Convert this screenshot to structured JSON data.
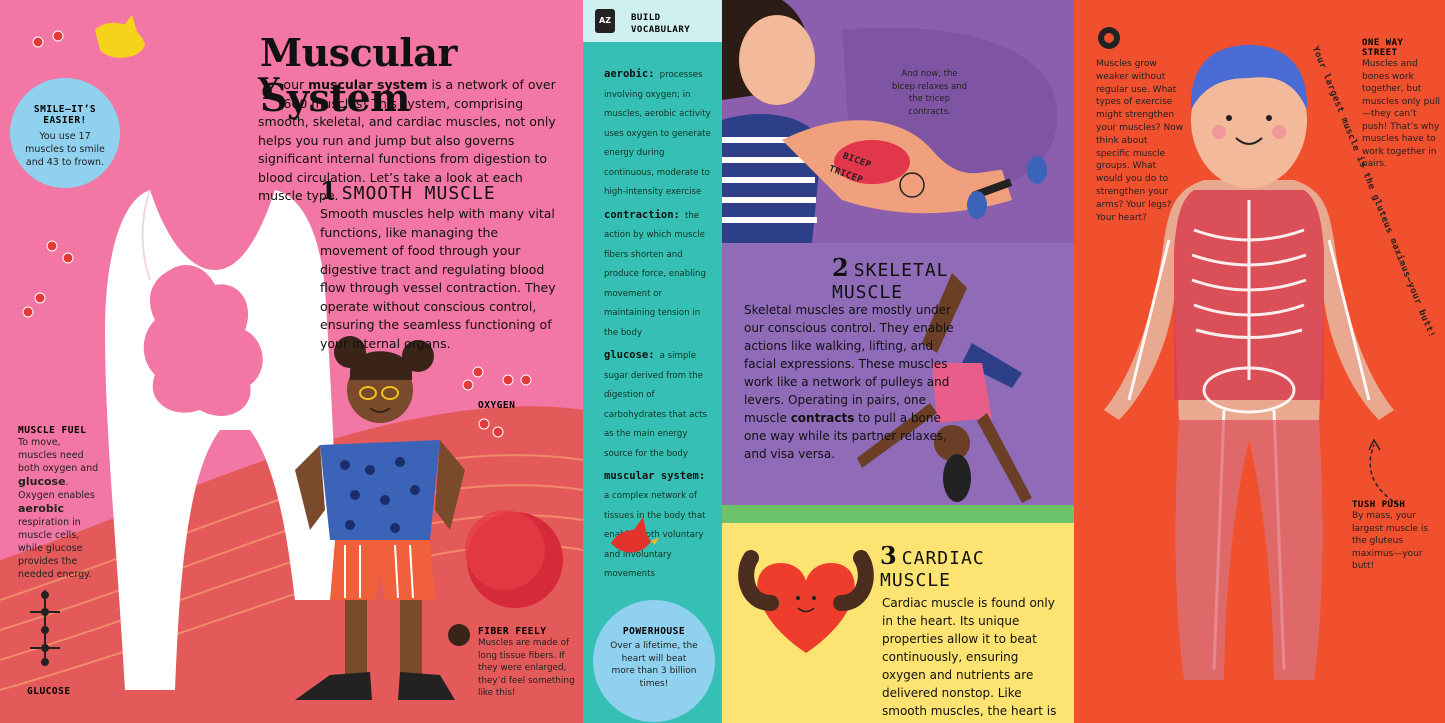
{
  "title": "Muscular System",
  "intro": {
    "dropcap": "Y",
    "text_pre": "our ",
    "bold": "muscular system",
    "text_post": " is a network of over 600 muscles! This system, comprising smooth, skeletal, and cardiac muscles, not only helps you run and jump but also governs significant internal functions from digestion to blood circulation. Let’s take a look at each muscle type."
  },
  "smooth": {
    "number": "1",
    "heading": "SMOOTH MUSCLE",
    "text": "Smooth muscles help with many vital functions, like managing the movement of food through your digestive tract and regulating blood flow through vessel contraction. They operate without conscious control, ensuring the seamless functioning of your internal organs."
  },
  "smile": {
    "heading": "SMILE—IT’S EASIER!",
    "text": "You use 17 muscles to smile and 43 to frown."
  },
  "fuel": {
    "heading": "MUSCLE FUEL",
    "t1": "To move, muscles need both oxygen and ",
    "b1": "glucose",
    "t2": ". Oxygen enables ",
    "b2": "aerobic",
    "t3": " respiration in muscle cells, while glucose provides the needed energy."
  },
  "labels": {
    "oxygen": "OXYGEN",
    "glucose": "GLUCOSE"
  },
  "fiber": {
    "heading": "FIBER FEELY",
    "text": "Muscles are made of long tissue fibers. If they were enlarged, they’d feel something like this!"
  },
  "vocab": {
    "header": "BUILD VOCABULARY",
    "badge": "AZ",
    "terms": [
      {
        "term": "aerobic:",
        "def": "processes involving oxygen; in muscles, aerobic activity uses oxygen to generate energy during continuous, moderate to high-intensity exercise"
      },
      {
        "term": "contraction:",
        "def": "the action by which muscle fibers shorten and produce force, enabling movement or maintaining tension in the body"
      },
      {
        "term": "glucose:",
        "def": "a simple sugar derived from the digestion of carbohydrates that acts as the main energy source for the body"
      },
      {
        "term": "muscular system:",
        "def": "a complex network of tissues in the body that enables both voluntary and involuntary movements"
      }
    ]
  },
  "powerhouse": {
    "heading": "POWERHOUSE",
    "text": "Over a lifetime, the heart will beat more than 3 billion times!"
  },
  "arm": {
    "caption": "And now, the bicep relaxes and the tricep contracts.",
    "bicep": "BICEP",
    "tricep": "TRICEP"
  },
  "skeletal": {
    "number": "2",
    "heading1": "SKELETAL",
    "heading2": "MUSCLE",
    "t1": "Skeletal muscles are mostly under our conscious control. They enable actions like walking, lifting, and facial expressions. These muscles work like a network of pulleys and levers. Operating in pairs, one muscle ",
    "bold": "contracts",
    "t2": " to pull a bone one way while its partner relaxes, and visa versa."
  },
  "cardiac": {
    "number": "3",
    "heading1": "CARDIAC",
    "heading2": "MUSCLE",
    "text": "Cardiac muscle is found only in the heart. Its unique properties allow it to beat continuously, ensuring oxygen and nutrients are delivered nonstop. Like smooth muscles, the heart is directed automatically by your brain."
  },
  "right": {
    "question": "Muscles grow weaker without regular use. What types of exercise might strengthen your muscles? Now think about specific muscle groups. What would you do to strengthen your arms? Your legs? Your heart?",
    "oneway_heading": "ONE WAY STREET",
    "oneway_text": "Muscles and bones work together, but muscles only pull—they can’t push! That’s why muscles have to work together in pairs.",
    "tush_heading": "TUSH PUSH",
    "tush_text": "By mass, your largest muscle is the gluteus maximus—your butt!",
    "curved": "Your largest muscle is the gluteus maximus—your butt!"
  },
  "colors": {
    "pink": "#f277a4",
    "teal": "#36bfb4",
    "purple": "#8b5fae",
    "yellow": "#fde372",
    "orange": "#f0502d"
  }
}
